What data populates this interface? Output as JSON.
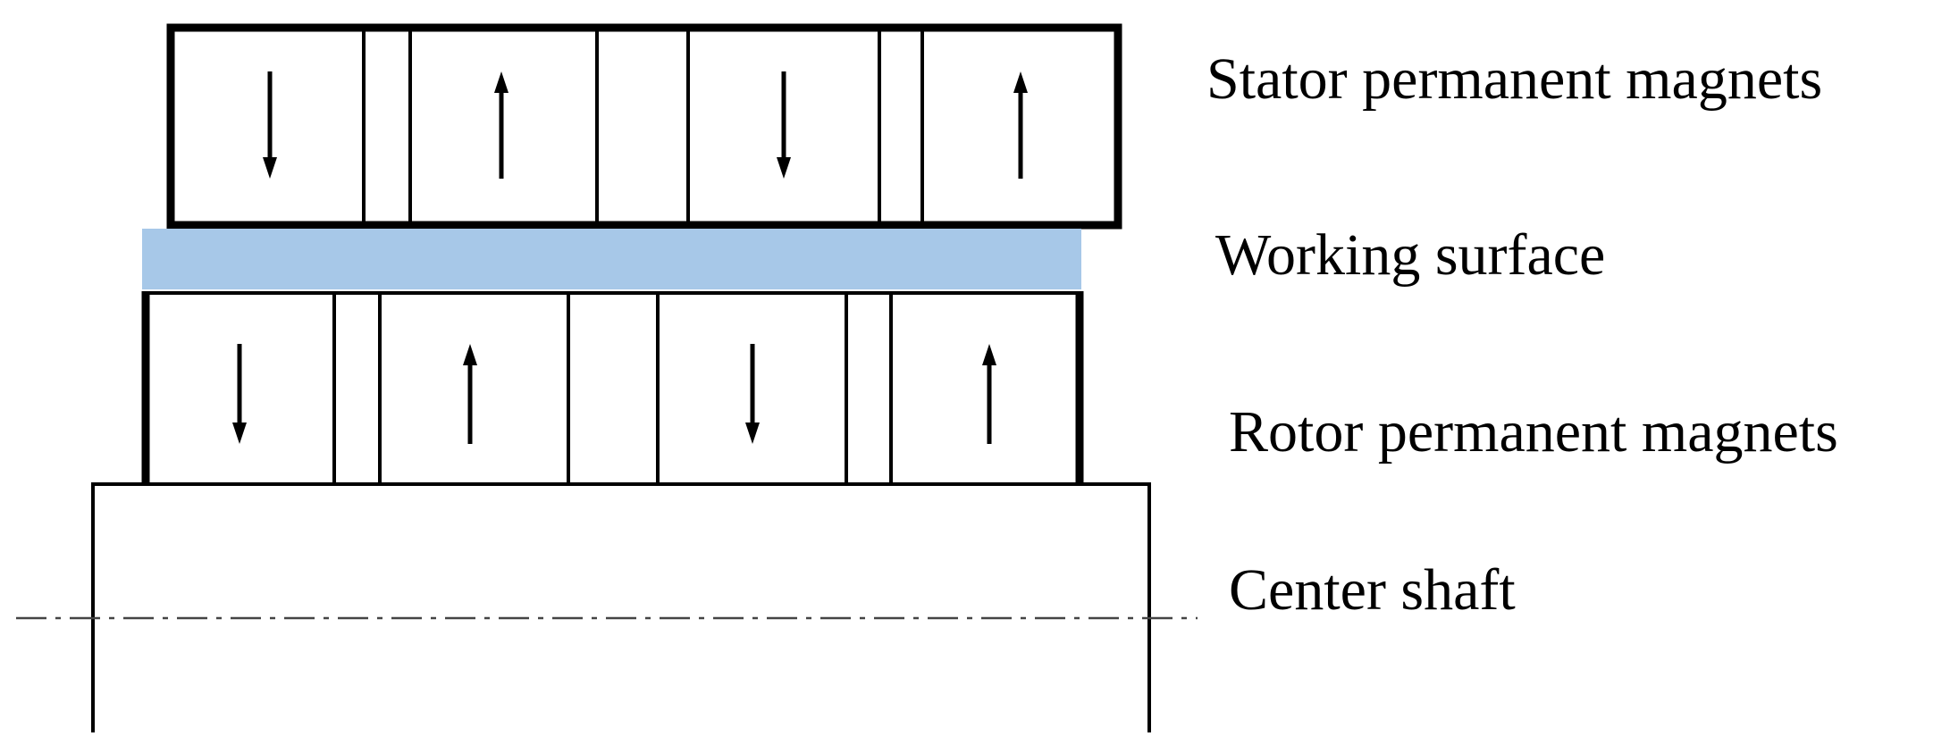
{
  "labels": {
    "stator": "Stator permanent magnets",
    "working_surface": "Working surface",
    "rotor": "Rotor permanent magnets",
    "shaft": "Center shaft"
  },
  "magnets": {
    "stator": [
      "down",
      "up",
      "down",
      "up"
    ],
    "rotor": [
      "down",
      "up",
      "down",
      "up"
    ]
  },
  "colors": {
    "working_surface": "#a7c8e8",
    "line": "#000000",
    "centerline": "#444444",
    "background": "#ffffff"
  }
}
